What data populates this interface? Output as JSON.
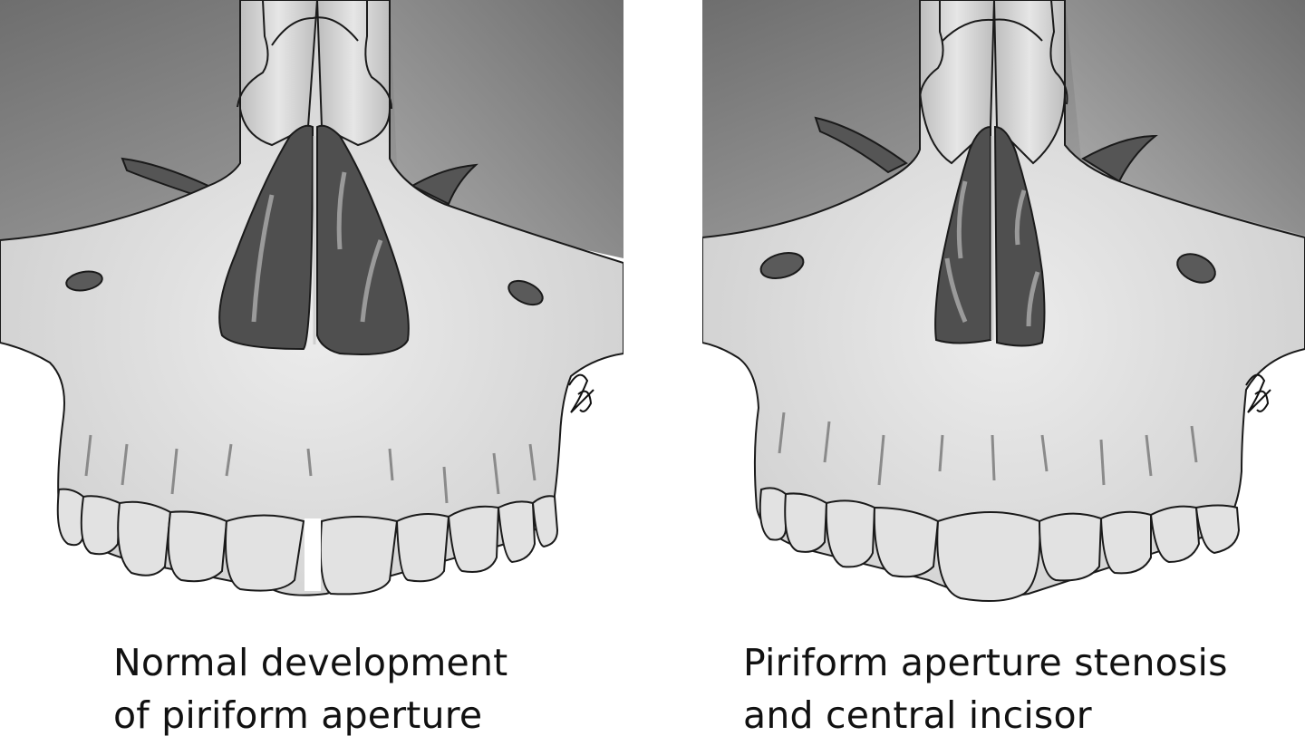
{
  "panels": [
    {
      "id": "normal",
      "caption_lines": [
        "Normal development",
        "of piriform aperture"
      ]
    },
    {
      "id": "stenosis",
      "caption_lines": [
        "Piriform aperture stenosis",
        "and central incisor"
      ]
    }
  ],
  "colors": {
    "orbit_shadow": "#7a7a7a",
    "bone": "#dcdcdc",
    "aperture": "#555555",
    "outline": "#1a1a1a"
  }
}
